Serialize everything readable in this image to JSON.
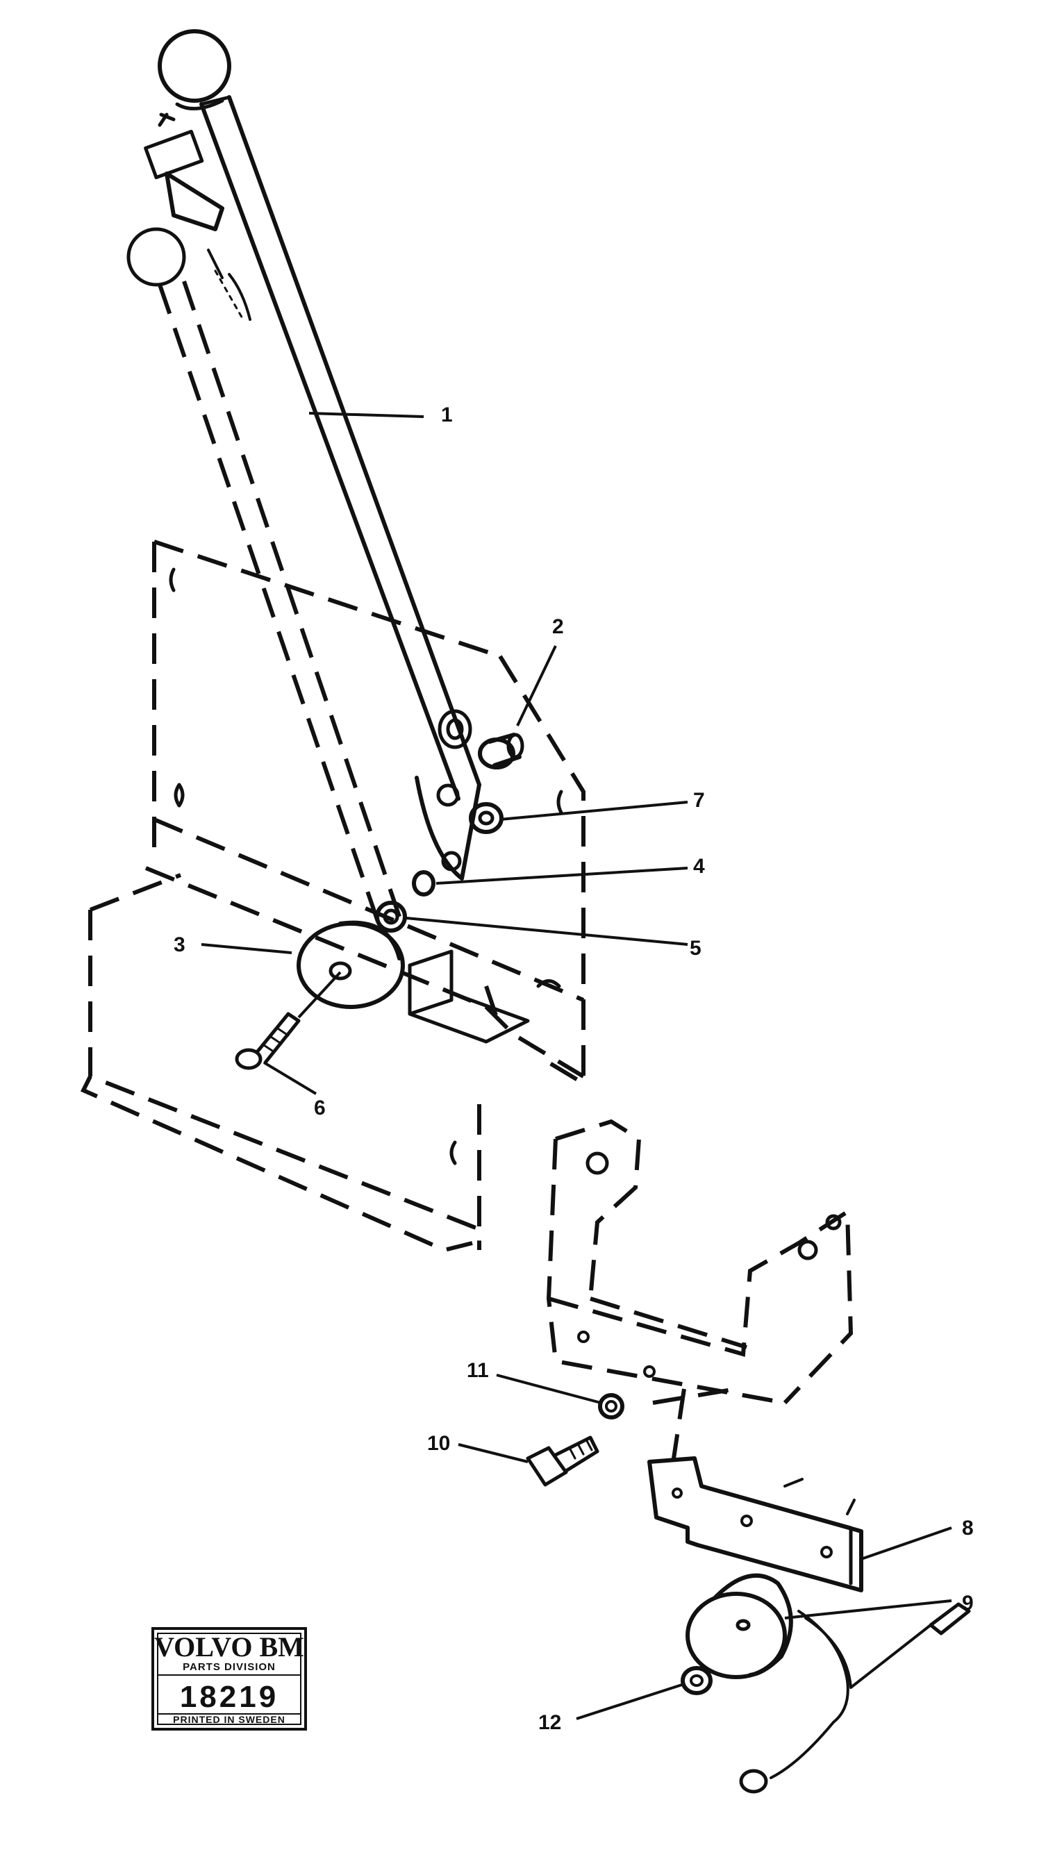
{
  "callouts": {
    "c1": "1",
    "c2": "2",
    "c3": "3",
    "c4": "4",
    "c5": "5",
    "c6": "6",
    "c7": "7",
    "c8": "8",
    "c9": "9",
    "c10": "10",
    "c11": "11",
    "c12": "12"
  },
  "stamp": {
    "brand": "VOLVO BM",
    "division": "PARTS DIVISION",
    "number": "18219",
    "footer": "PRINTED IN SWEDEN"
  }
}
